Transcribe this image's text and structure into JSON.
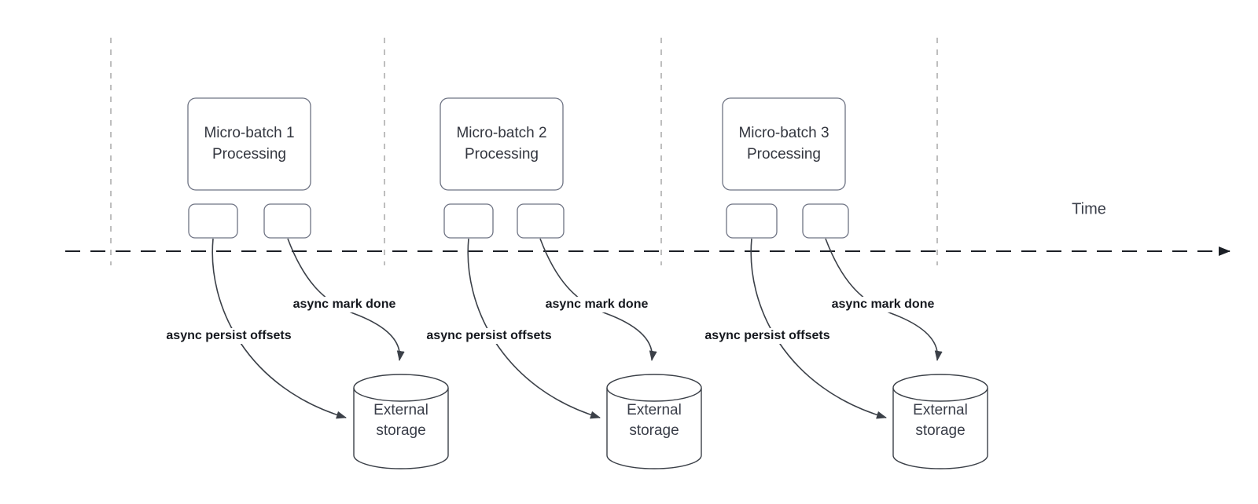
{
  "diagram": {
    "time_axis_label": "Time",
    "batches": [
      {
        "title": "Micro-batch 1 Processing",
        "persist_label": "async persist offsets",
        "mark_done_label": "async mark done",
        "storage_label": "External storage"
      },
      {
        "title": "Micro-batch 2 Processing",
        "persist_label": "async persist offsets",
        "mark_done_label": "async mark done",
        "storage_label": "External storage"
      },
      {
        "title": "Micro-batch 3 Processing",
        "persist_label": "async persist offsets",
        "mark_done_label": "async mark done",
        "storage_label": "External storage"
      }
    ],
    "colors": {
      "edge_stroke": "#3b4048",
      "timeline_stroke": "#1b1f26",
      "guide_stroke": "#a8a8a8",
      "node_border": "#6e7383",
      "node_text": "#33363f",
      "label_text": "#15181e",
      "background": "#ffffff"
    }
  }
}
